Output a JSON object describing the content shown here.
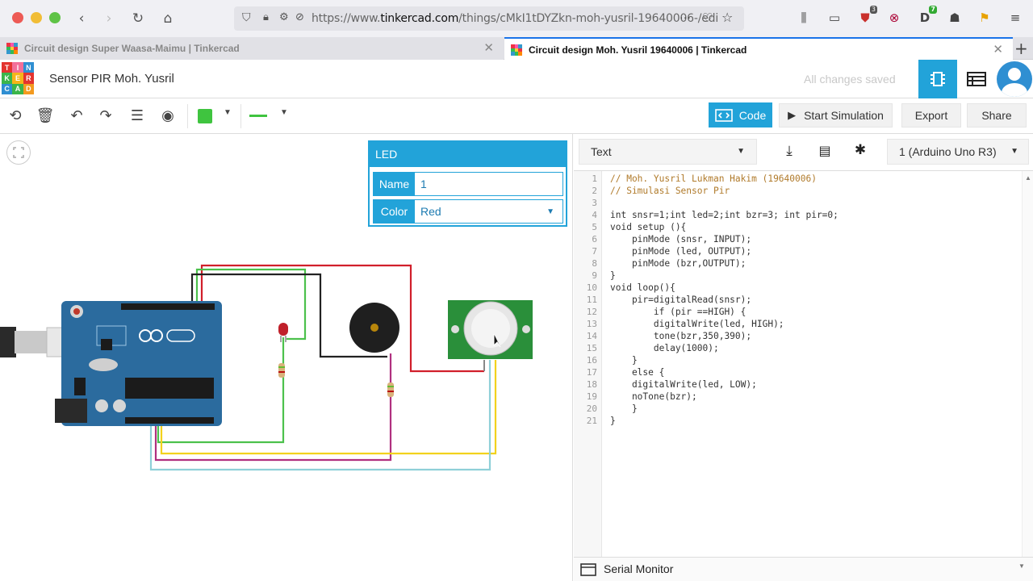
{
  "browser": {
    "url_prefix": "https://www.",
    "url_host": "tinkercad.com",
    "url_path": "/things/cMkI1tDYZkn-moh-yusril-19640006-/edi",
    "more_label": "···",
    "badges": {
      "ublock": "3",
      "d_ext": "7"
    }
  },
  "tabs": [
    {
      "title": "Circuit design Super Waasa-Maimu | Tinkercad",
      "active": false
    },
    {
      "title": "Circuit design Moh. Yusril 19640006 | Tinkercad",
      "active": true
    }
  ],
  "logo_letters": [
    "T",
    "I",
    "N",
    "K",
    "E",
    "R",
    "C",
    "A",
    "D"
  ],
  "header": {
    "project_title": "Sensor PIR Moh. Yusril",
    "save_status": "All changes saved"
  },
  "toolbar": {
    "code_label": "Code",
    "start_sim_label": "Start Simulation",
    "export_label": "Export",
    "share_label": "Share",
    "fill_color": "#3fc43f"
  },
  "led_panel": {
    "title": "LED",
    "name_label": "Name",
    "name_value": "1",
    "color_label": "Color",
    "color_value": "Red"
  },
  "code_editor": {
    "mode": "Text",
    "device": "1 (Arduino Uno R3)",
    "serial_monitor_label": "Serial Monitor",
    "line_numbers": [
      "1",
      "2",
      "3",
      "4",
      "5",
      "6",
      "7",
      "8",
      "9",
      "10",
      "11",
      "12",
      "13",
      "14",
      "15",
      "16",
      "17",
      "18",
      "19",
      "20",
      "21"
    ],
    "lines": [
      "// Moh. Yusril Lukman Hakim (19640006)",
      "// Simulasi Sensor Pir",
      "",
      "int snsr=1;int led=2;int bzr=3; int pir=0;",
      "void setup (){",
      "    pinMode (snsr, INPUT);",
      "    pinMode (led, OUTPUT);",
      "    pinMode (bzr,OUTPUT);",
      "}",
      "void loop(){",
      "    pir=digitalRead(snsr);",
      "        if (pir ==HIGH) {",
      "        digitalWrite(led, HIGH);",
      "        tone(bzr,350,390);",
      "        delay(1000);",
      "    }",
      "    else {",
      "    digitalWrite(led, LOW);",
      "    noTone(bzr);",
      "    }",
      "}"
    ]
  },
  "colors": {
    "accent": "#22a3d9",
    "arduino_board": "#2b6b9e",
    "pir_board": "#2a8f3a",
    "wire_red": "#d11f2b",
    "wire_green": "#4cc14c",
    "wire_black": "#222222",
    "wire_yellow": "#f2d21d",
    "wire_cyan": "#8fd0d8",
    "wire_magenta": "#b0307f"
  }
}
